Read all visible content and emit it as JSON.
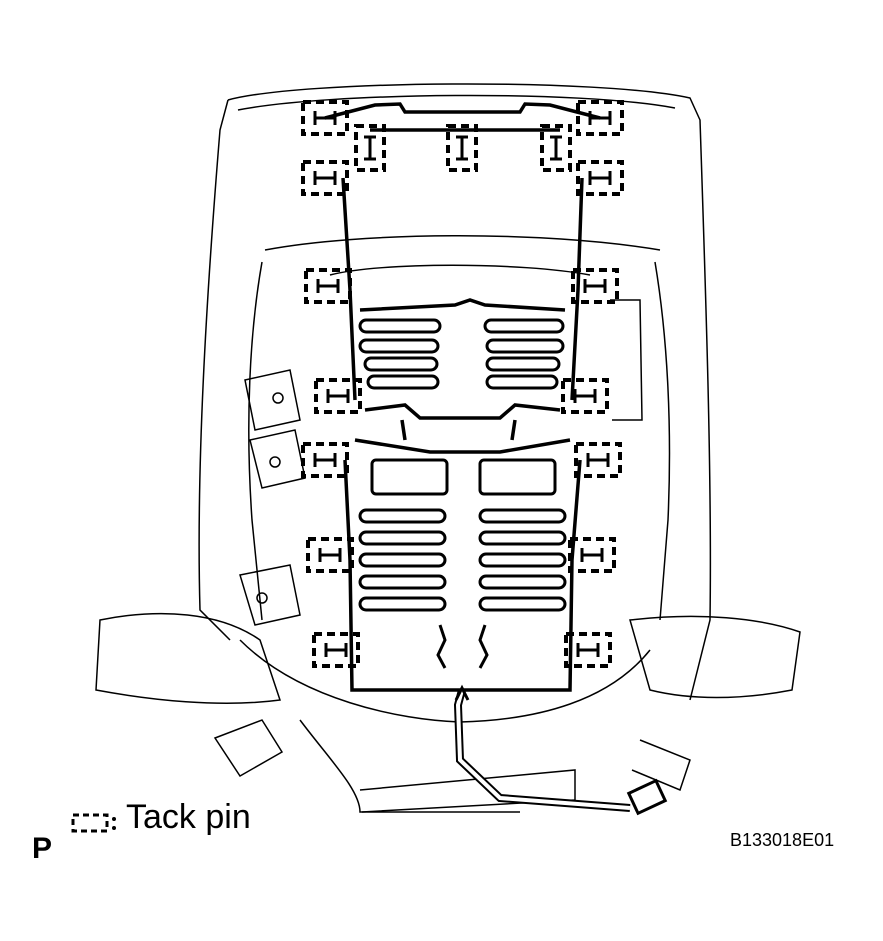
{
  "legend": {
    "icon": "tack-pin-symbol-icon",
    "text": "Tack pin"
  },
  "panel_letter": "P",
  "figure_code": "B133018E01",
  "colors": {
    "line": "#000000",
    "background": "#ffffff"
  }
}
